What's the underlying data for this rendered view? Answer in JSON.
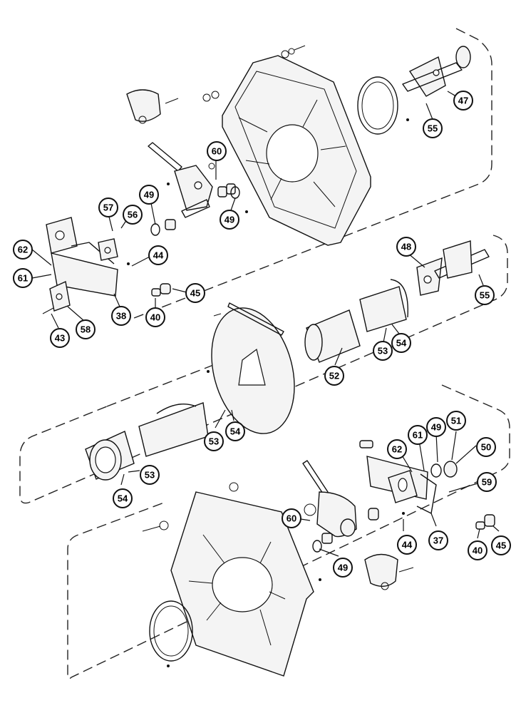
{
  "callouts": [
    {
      "id": "c47",
      "label": "47"
    },
    {
      "id": "c55a",
      "label": "55"
    },
    {
      "id": "c60a",
      "label": "60"
    },
    {
      "id": "c49a",
      "label": "49"
    },
    {
      "id": "c49b",
      "label": "49"
    },
    {
      "id": "c57",
      "label": "57"
    },
    {
      "id": "c56",
      "label": "56"
    },
    {
      "id": "c62a",
      "label": "62"
    },
    {
      "id": "c61a",
      "label": "61"
    },
    {
      "id": "c44a",
      "label": "44"
    },
    {
      "id": "c45a",
      "label": "45"
    },
    {
      "id": "c40a",
      "label": "40"
    },
    {
      "id": "c38",
      "label": "38"
    },
    {
      "id": "c58",
      "label": "58"
    },
    {
      "id": "c43",
      "label": "43"
    },
    {
      "id": "c48",
      "label": "48"
    },
    {
      "id": "c55b",
      "label": "55"
    },
    {
      "id": "c53a",
      "label": "53"
    },
    {
      "id": "c54a",
      "label": "54"
    },
    {
      "id": "c52",
      "label": "52"
    },
    {
      "id": "c53b",
      "label": "53"
    },
    {
      "id": "c54b",
      "label": "54"
    },
    {
      "id": "c53c",
      "label": "53"
    },
    {
      "id": "c54c",
      "label": "54"
    },
    {
      "id": "c51",
      "label": "51"
    },
    {
      "id": "c50",
      "label": "50"
    },
    {
      "id": "c49c",
      "label": "49"
    },
    {
      "id": "c61b",
      "label": "61"
    },
    {
      "id": "c62b",
      "label": "62"
    },
    {
      "id": "c59",
      "label": "59"
    },
    {
      "id": "c60b",
      "label": "60"
    },
    {
      "id": "c44b",
      "label": "44"
    },
    {
      "id": "c37",
      "label": "37"
    },
    {
      "id": "c40b",
      "label": "40"
    },
    {
      "id": "c45b",
      "label": "45"
    },
    {
      "id": "c49d",
      "label": "49"
    }
  ]
}
